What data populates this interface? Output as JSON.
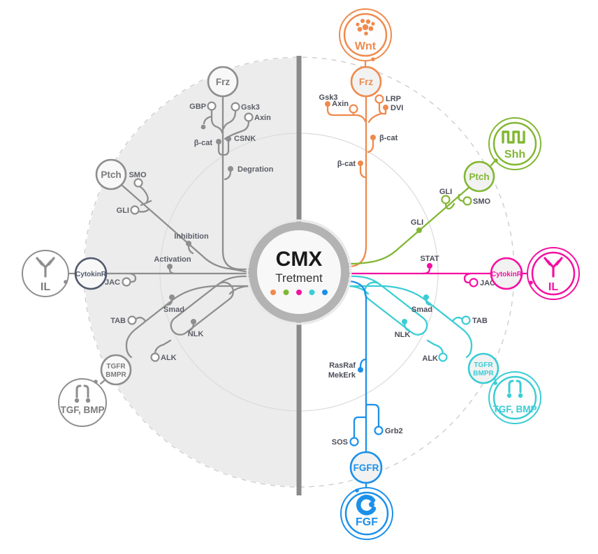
{
  "colors": {
    "wnt": "#EF8A4D",
    "shh": "#82B733",
    "il": "#F410A1",
    "tgf": "#3BCDD5",
    "fgf": "#1C90E9",
    "gray": "#8E8E8E",
    "divider": "#8A8A8A",
    "leftCytokin": "#525A6E"
  },
  "center": {
    "title": "CMX",
    "subtitle": "Tretment"
  },
  "right": {
    "wnt": {
      "ligand": "Wnt",
      "receptor": "Frz",
      "tags": {
        "gsk3": "Gsk3",
        "axin": "Axin",
        "lrp": "LRP",
        "dvi": "DVI",
        "bcat_upper": "β-cat",
        "bcat_lower": "β-cat"
      }
    },
    "shh": {
      "ligand": "Shh",
      "receptor": "Ptch",
      "tags": {
        "gli_upper": "GLI",
        "smo": "SMO",
        "gli_lower": "GLI"
      }
    },
    "il": {
      "ligand": "IL",
      "receptor": "CytokinR",
      "tags": {
        "stat": "STAT",
        "jac": "JAC"
      }
    },
    "tgf": {
      "ligand": "TGF, BMP",
      "receptor": {
        "line1": "TGFR",
        "line2": "BMPR"
      },
      "tags": {
        "smad": "Smad",
        "nlk": "NLK",
        "tab": "TAB",
        "alk": "ALK"
      }
    },
    "fgf": {
      "ligand": "FGF",
      "receptor": "FGFR",
      "tags": {
        "rasraf": "RasRaf",
        "mekerk": "MekErk",
        "grb2": "Grb2",
        "sos": "SOS"
      }
    }
  },
  "left": {
    "wnt": {
      "receptor": "Frz",
      "tags": {
        "gbp": "GBP",
        "gsk3": "Gsk3",
        "axin": "Axin",
        "bcat": "β-cat",
        "csnk": "CSNK",
        "degration": "Degration"
      }
    },
    "shh": {
      "receptor": "Ptch",
      "tags": {
        "smo": "SMO",
        "gli": "GLI",
        "inhibition": "Inhibition"
      }
    },
    "il": {
      "ligand": "IL",
      "receptor": "CytokinR",
      "tags": {
        "activation": "Activation",
        "jac": "JAC"
      }
    },
    "tgf": {
      "ligand": "TGF, BMP",
      "receptor": {
        "line1": "TGFR",
        "line2": "BMPR"
      },
      "tags": {
        "tab": "TAB",
        "smad": "Smad",
        "nlk": "NLK",
        "alk": "ALK"
      }
    }
  }
}
